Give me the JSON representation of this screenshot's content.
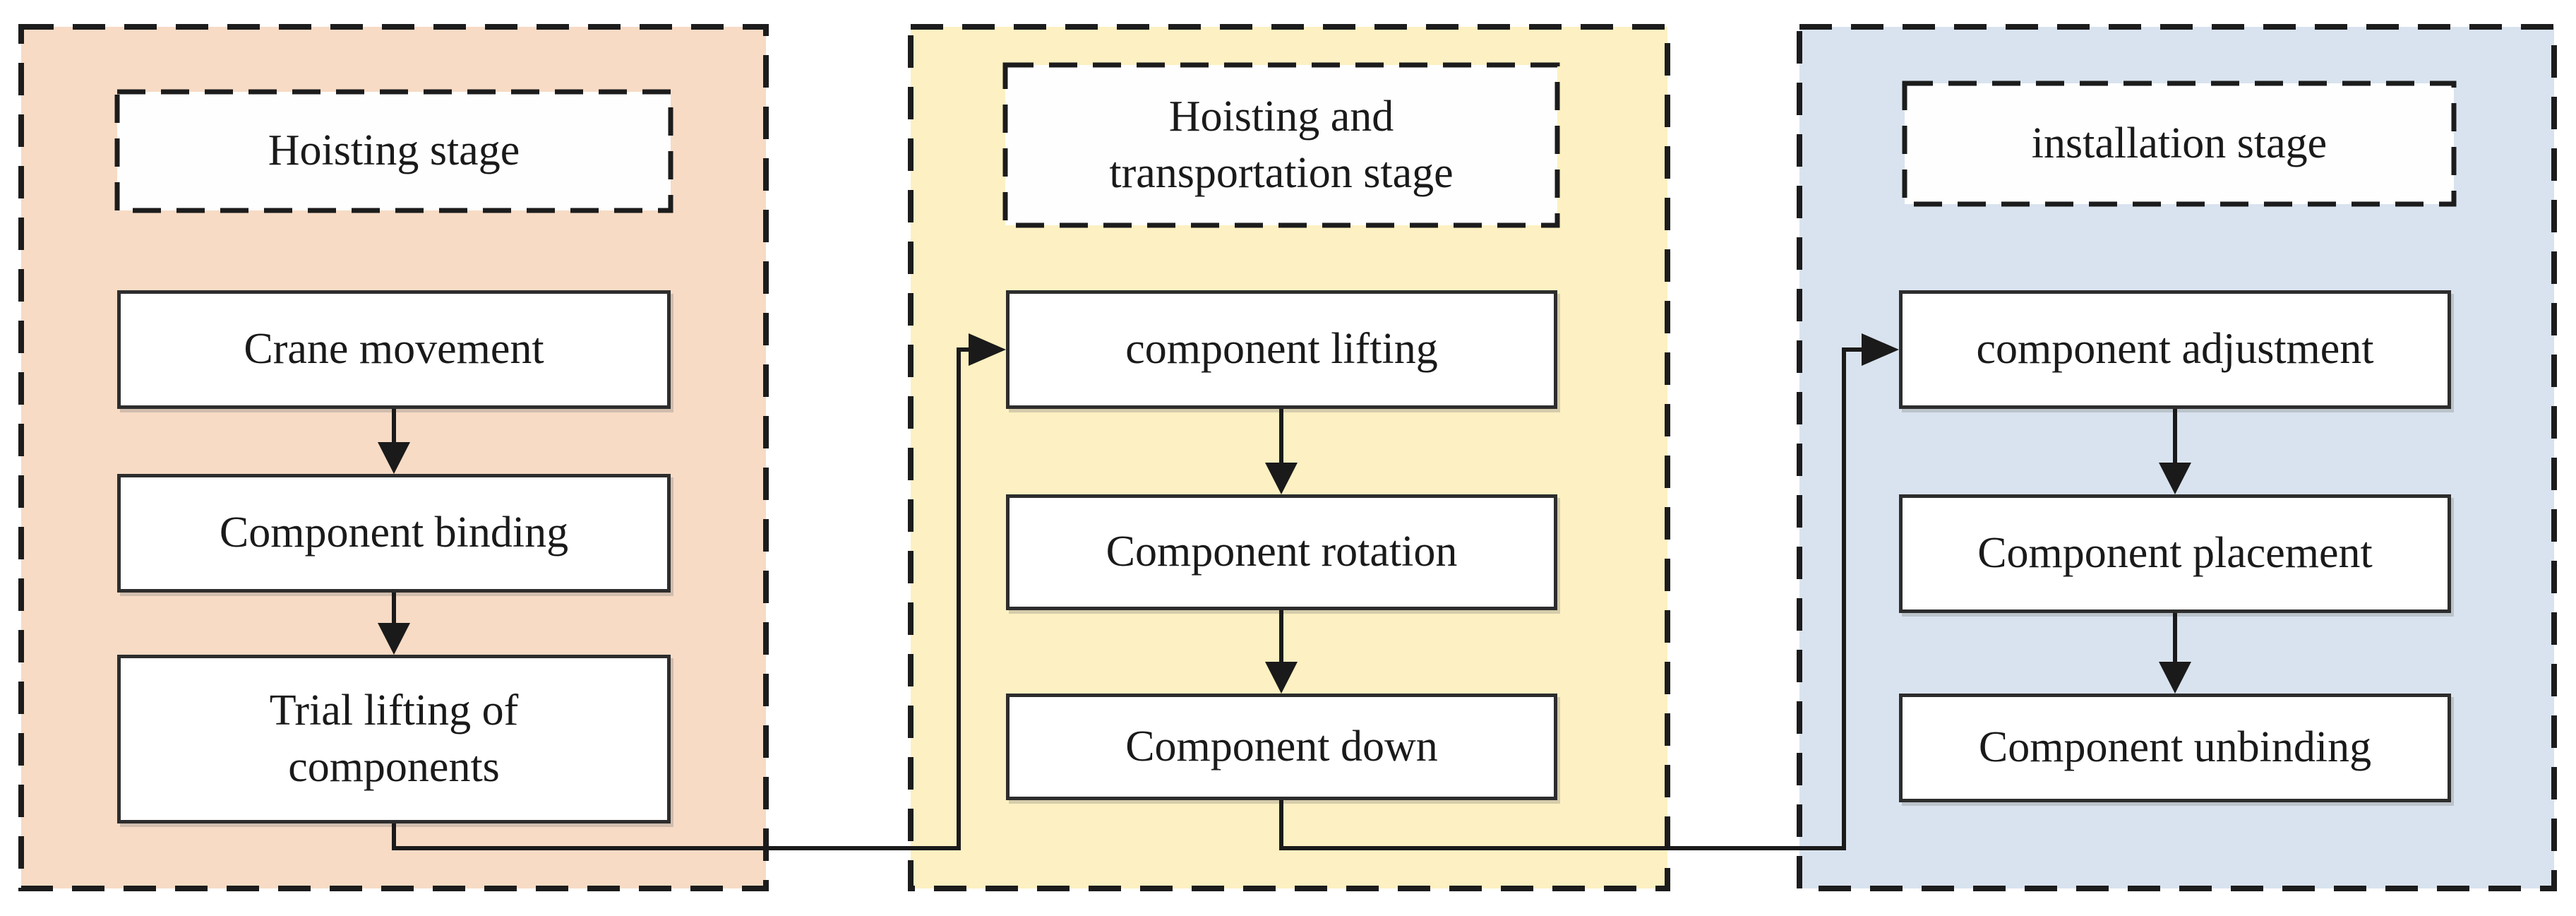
{
  "figure": {
    "type": "flowchart",
    "description": "Three-stage precast component hoisting process flow diagram",
    "background_color": "#ffffff",
    "line_color": "#1a1a1a"
  },
  "panels": [
    {
      "name": "hoisting-stage",
      "title_lines": [
        "Hoisting stage"
      ],
      "bg_color": "#f7dbc5",
      "steps": [
        {
          "lines": [
            "Crane movement"
          ]
        },
        {
          "lines": [
            "Component binding"
          ]
        },
        {
          "lines": [
            "Trial lifting of",
            "components"
          ]
        }
      ]
    },
    {
      "name": "hoisting-and-transportation-stage",
      "title_lines": [
        "Hoisting and",
        "transportation stage"
      ],
      "bg_color": "#fdf0c2",
      "steps": [
        {
          "lines": [
            "component lifting"
          ]
        },
        {
          "lines": [
            "Component rotation"
          ]
        },
        {
          "lines": [
            "Component down"
          ]
        }
      ]
    },
    {
      "name": "installation-stage",
      "title_lines": [
        "installation stage"
      ],
      "bg_color": "#d9e3ef",
      "steps": [
        {
          "lines": [
            "component adjustment"
          ]
        },
        {
          "lines": [
            "Component placement"
          ]
        },
        {
          "lines": [
            "Component unbinding"
          ]
        }
      ]
    }
  ],
  "flow_connections": [
    "Crane movement -> Component binding",
    "Component binding -> Trial lifting of components",
    "Trial lifting of components -> component lifting",
    "component lifting -> Component rotation",
    "Component rotation -> Component down",
    "Component down -> component adjustment",
    "component adjustment -> Component placement",
    "Component placement -> Component unbinding"
  ]
}
